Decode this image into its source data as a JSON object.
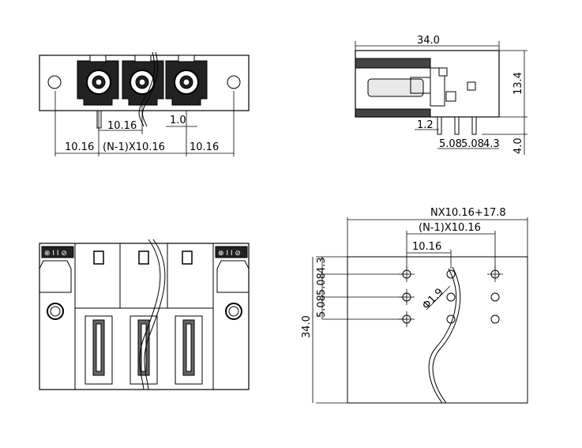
{
  "front_view": {
    "dim_pitch": "10.16",
    "dim_pin": "1.0",
    "dim_left": "10.16",
    "dim_span": "(N-1)X10.16",
    "dim_right": "10.16"
  },
  "side_view": {
    "dim_length": "34.0",
    "dim_height": "13.4",
    "dim_pin_len": "4.0",
    "dim_offset": "1.2",
    "dim_p1": "5.08",
    "dim_p2": "5.08",
    "dim_p3": "4.3"
  },
  "pcb_view": {
    "dim_total": "NX10.16+17.8",
    "dim_span": "(N-1)X10.16",
    "dim_pitch": "10.16",
    "dim_hole": "Φ1.9",
    "dim_height": "34.0",
    "dim_v1": "4.3",
    "dim_v2": "5.08",
    "dim_v3": "5.08"
  },
  "bottom_view": {
    "label_left": "⊗ I I ⊘",
    "label_right": "⊗ I I ⊘"
  }
}
